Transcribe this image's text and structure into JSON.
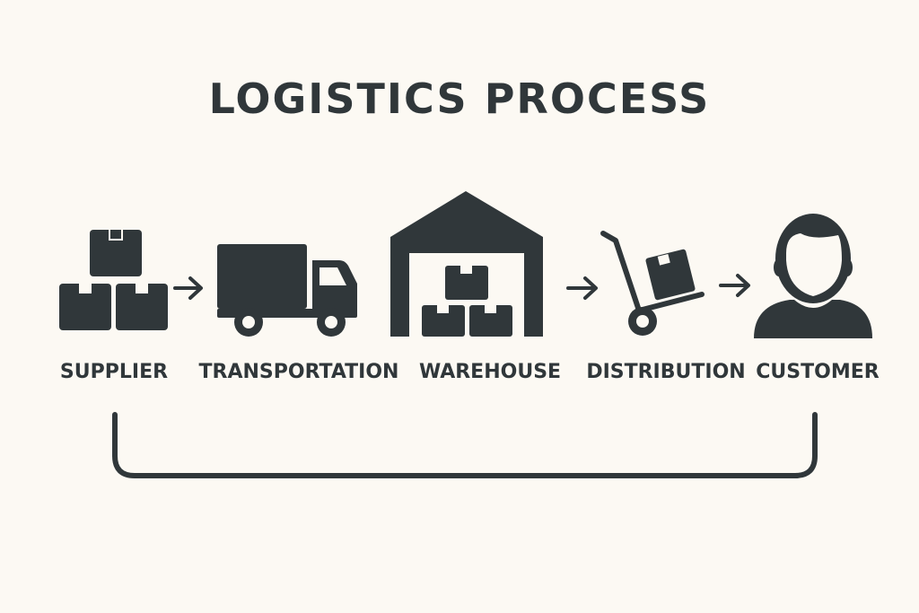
{
  "title": "LOGISTICS PROCESS",
  "colors": {
    "background": "#fcf9f3",
    "ink": "#30373a"
  },
  "steps": [
    {
      "label": "SUPPLIER",
      "icon": "boxes-stack-icon"
    },
    {
      "label": "TRANSPORTATION",
      "icon": "delivery-truck-icon"
    },
    {
      "label": "WAREHOUSE",
      "icon": "warehouse-icon"
    },
    {
      "label": "DISTRIBUTION",
      "icon": "hand-truck-icon"
    },
    {
      "label": "CUSTOMER",
      "icon": "person-icon"
    }
  ],
  "connectors": [
    "arrow-right-icon",
    "arrow-right-icon",
    "arrow-right-icon"
  ],
  "feedback_loop": "return-bracket"
}
